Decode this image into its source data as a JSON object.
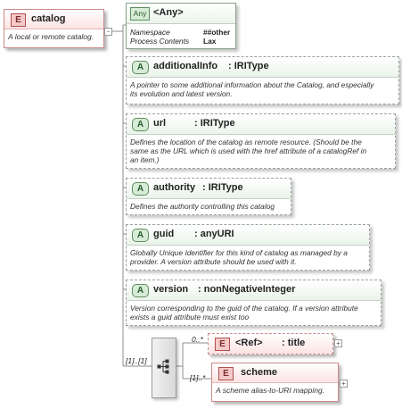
{
  "root": {
    "badge": "E",
    "name": "catalog",
    "doc": "A local or remote catalog."
  },
  "any": {
    "badge": "Any",
    "title": "<Any>",
    "ns_label": "Namespace",
    "ns_value": "##other",
    "pc_label": "Process Contents",
    "pc_value": "Lax"
  },
  "attributes": [
    {
      "badge": "A",
      "name": "additionalInfo",
      "type": ": IRIType",
      "doc1": "A pointer to some additional information about the Catalog, and especially",
      "doc2": "its evolution and latest version.",
      "doc3": ""
    },
    {
      "badge": "A",
      "name": "url",
      "type": ": IRIType",
      "doc1": "Defines the location of the catalog as remote resource. (Should be the",
      "doc2": "same as the URL which is used with the href attribute of a catalogRef in",
      "doc3": "an item.)"
    },
    {
      "badge": "A",
      "name": "authority",
      "type": ": IRIType",
      "doc1": "Defines the authority controlling this catalog",
      "doc2": "",
      "doc3": ""
    },
    {
      "badge": "A",
      "name": "guid",
      "type": ": anyURI",
      "doc1": "Globally Unique Identifier for this kind of catalog as managed by a",
      "doc2": "provider. A version attribute should be used with it.",
      "doc3": ""
    },
    {
      "badge": "A",
      "name": "version",
      "type": ": nonNegativeInteger",
      "doc1": "Version corresponding to the guid of the catalog. If a version attribute",
      "doc2": "exists a guid attribute must exist too",
      "doc3": ""
    }
  ],
  "sequence": {
    "cardinality": "[1]..[1]"
  },
  "children": [
    {
      "badge": "E",
      "name": "<Ref>",
      "type": ": title",
      "cardinality": "0..*",
      "doc": ""
    },
    {
      "badge": "E",
      "name": "scheme",
      "type": "",
      "cardinality": "[1]..*",
      "doc": "A scheme alias-to-URI mapping."
    }
  ],
  "colors": {
    "element_border": "#c98a8a",
    "element_fill": "#fde3e3",
    "attribute_border": "#9aa49a",
    "attribute_fill": "#eaf4ea"
  }
}
